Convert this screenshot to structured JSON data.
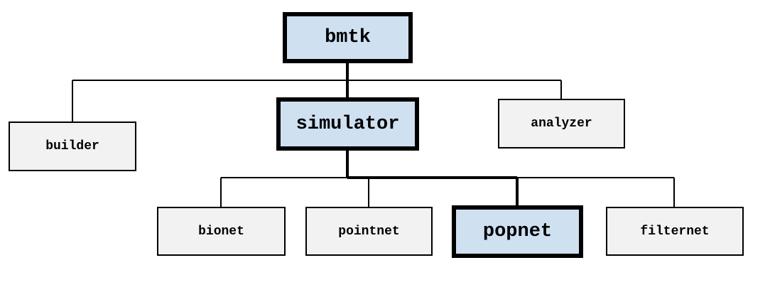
{
  "diagram": {
    "nodes": {
      "bmtk": "bmtk",
      "builder": "builder",
      "simulator": "simulator",
      "analyzer": "analyzer",
      "bionet": "bionet",
      "pointnet": "pointnet",
      "popnet": "popnet",
      "filternet": "filternet"
    },
    "highlighted_path": [
      "bmtk",
      "simulator",
      "popnet"
    ],
    "colors": {
      "highlight_fill": "#cfe0f1",
      "plain_fill": "#f2f2f2",
      "stroke": "#000000"
    }
  }
}
